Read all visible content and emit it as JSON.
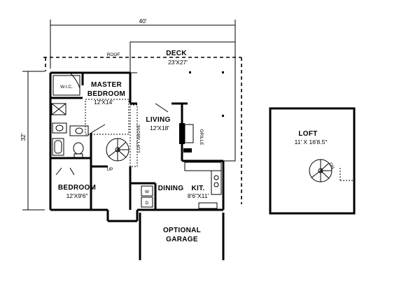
{
  "dimensions": {
    "overall_width": "40'",
    "overall_depth": "32'"
  },
  "labels": {
    "roof": "ROOF",
    "loft_above": "LOFT ABOVE",
    "grille": "GRILLE",
    "up": "UP",
    "wic": "W.I.C.",
    "dw": "D",
    "wash": "W",
    "loft_stair_dn": "DN"
  },
  "rooms": {
    "deck": {
      "name": "DECK",
      "size": "23'X27'"
    },
    "master": {
      "name_line1": "MASTER",
      "name_line2": "BEDROOM",
      "size": "12'X14'"
    },
    "living": {
      "name": "LIVING",
      "size": "12'X18'"
    },
    "bedroom": {
      "name": "BEDROOM",
      "size": "12'X9'6\""
    },
    "dining": {
      "name": "DINING"
    },
    "kitchen": {
      "name": "KIT.",
      "size": "8'6\"X11'"
    },
    "garage": {
      "name_line1": "OPTIONAL",
      "name_line2": "GARAGE"
    },
    "loft": {
      "name": "LOFT",
      "size": "11' X 16'8.5\""
    }
  }
}
